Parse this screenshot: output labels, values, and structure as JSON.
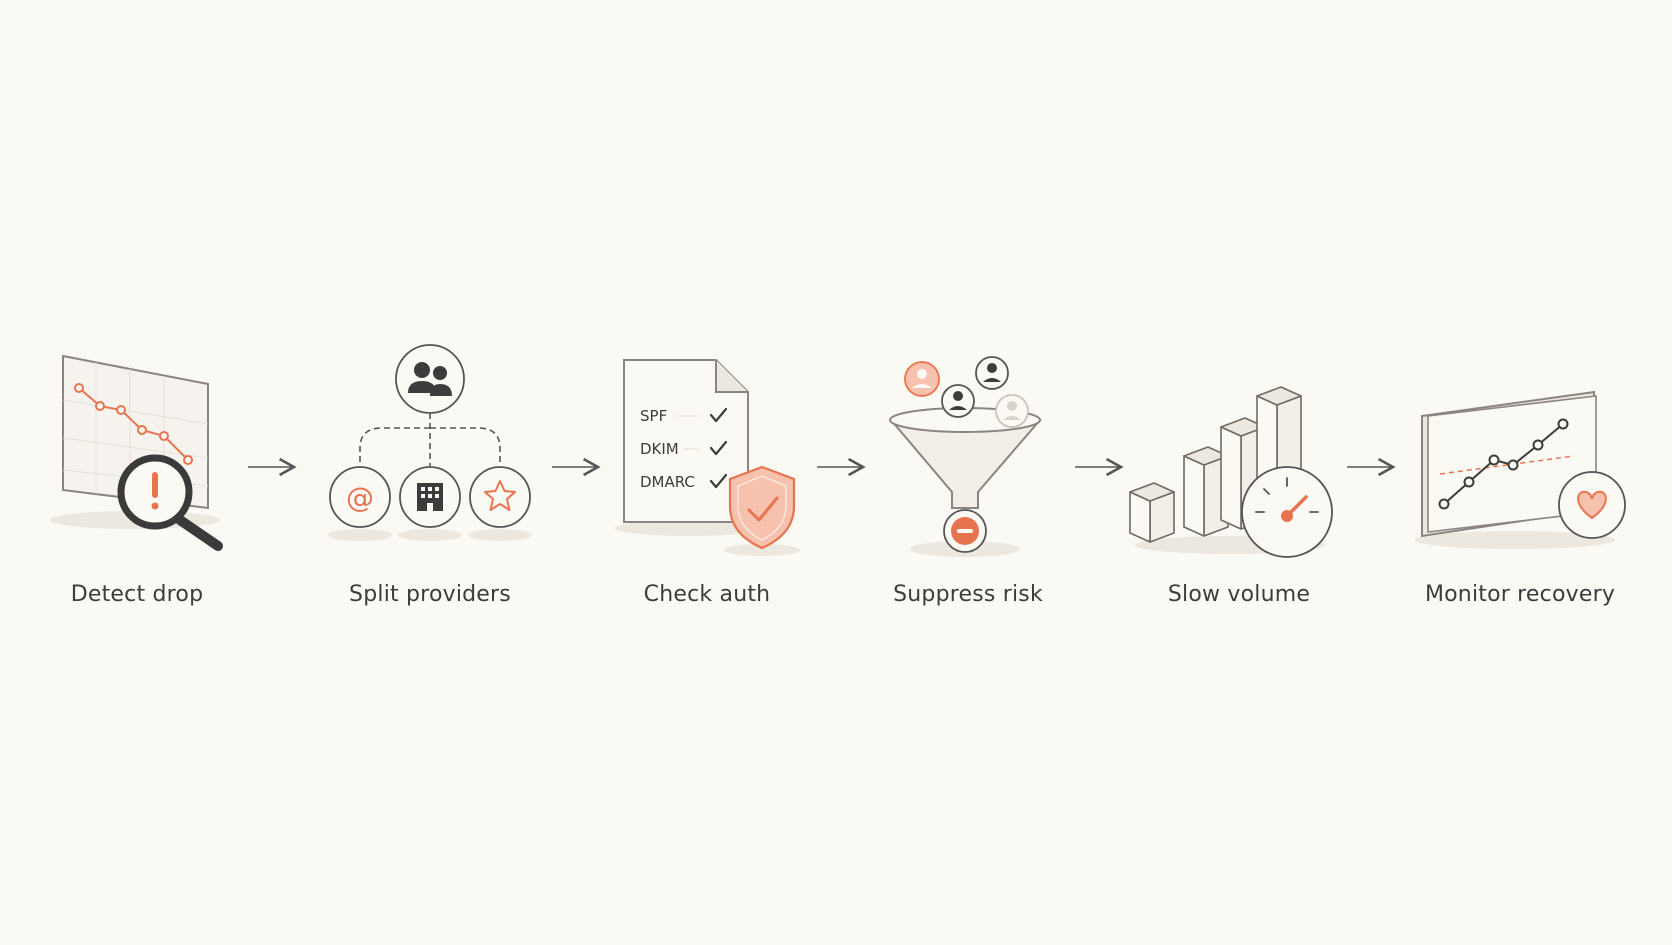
{
  "diagram": {
    "steps": [
      {
        "id": "detect",
        "label": "Detect drop",
        "icon": "magnifier-alert-icon"
      },
      {
        "id": "split",
        "label": "Split providers",
        "icon": "provider-tree-icon"
      },
      {
        "id": "auth",
        "label": "Check auth",
        "icon": "document-shield-icon",
        "records": [
          "SPF",
          "DKIM",
          "DMARC"
        ]
      },
      {
        "id": "suppress",
        "label": "Suppress risk",
        "icon": "funnel-icon"
      },
      {
        "id": "slow",
        "label": "Slow volume",
        "icon": "gauge-icon"
      },
      {
        "id": "monitor",
        "label": "Monitor recovery",
        "icon": "recovery-chart-icon"
      }
    ],
    "connector": "arrow-right-icon"
  },
  "colors": {
    "background": "#fbf9f4",
    "accent": "#e8734f",
    "accent_light": "#f6c1ad",
    "ink": "#3c3c3c",
    "line": "#8a8580",
    "panel": "#f3efe8"
  }
}
